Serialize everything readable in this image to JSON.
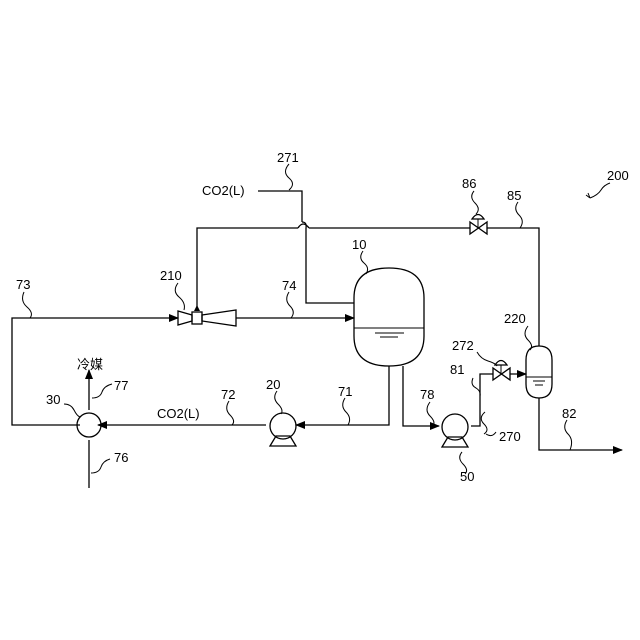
{
  "diagram": {
    "figure_ref": "200",
    "labels": {
      "co2_liquid_top": "CO2(L)",
      "co2_liquid_mid": "CO2(L)",
      "refrigerant": "冷媒",
      "n271": "271",
      "n86": "86",
      "n85": "85",
      "n10": "10",
      "n210": "210",
      "n74": "74",
      "n73": "73",
      "n220": "220",
      "n272": "272",
      "n81": "81",
      "n20": "20",
      "n72": "72",
      "n71": "71",
      "n78": "78",
      "n30": "30",
      "n77": "77",
      "n76": "76",
      "n270": "270",
      "n82": "82",
      "n50": "50"
    }
  }
}
